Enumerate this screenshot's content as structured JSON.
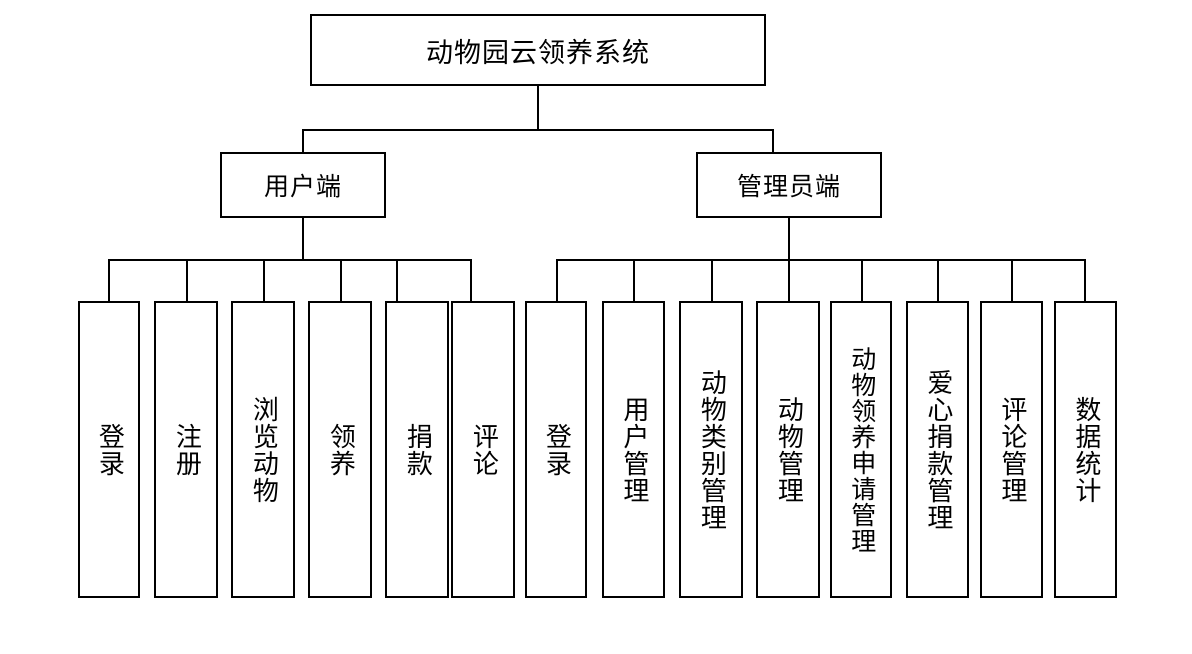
{
  "diagram": {
    "title": "动物园云领养系统",
    "type": "hierarchy-tree",
    "root": {
      "label": "动物园云领养系统"
    },
    "branches": [
      {
        "id": "user-client",
        "label": "用户端"
      },
      {
        "id": "admin-client",
        "label": "管理员端"
      }
    ],
    "user_leaves": [
      {
        "label": "登录"
      },
      {
        "label": "注册"
      },
      {
        "label": "浏览动物"
      },
      {
        "label": "领养"
      },
      {
        "label": "捐款"
      },
      {
        "label": "评论"
      }
    ],
    "admin_leaves": [
      {
        "label": "登录"
      },
      {
        "label": "用户管理"
      },
      {
        "label": "动物类别管理"
      },
      {
        "label": "动物管理"
      },
      {
        "label": "动物领养申请管理"
      },
      {
        "label": "爱心捐款管理"
      },
      {
        "label": "评论管理"
      },
      {
        "label": "数据统计"
      }
    ],
    "colors": {
      "background": "#ffffff",
      "stroke": "#000000",
      "text": "#000000"
    }
  }
}
